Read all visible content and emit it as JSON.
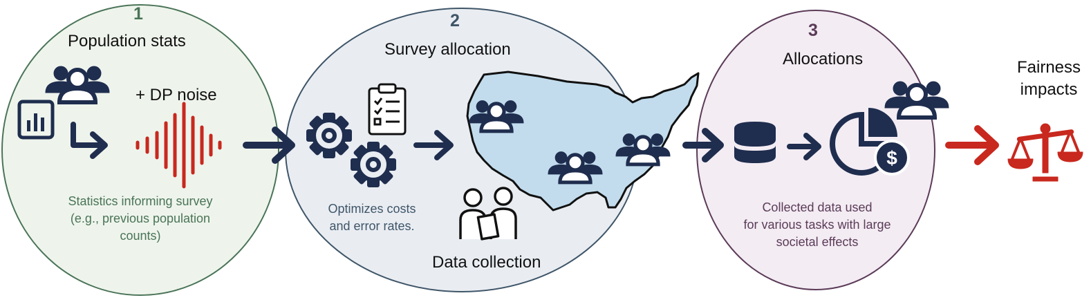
{
  "stages": [
    {
      "number": "1",
      "title": "Population stats",
      "noise_label": "+ DP noise",
      "caption_lines": [
        "Statistics informing survey",
        "(e.g., previous population",
        "counts)"
      ]
    },
    {
      "number": "2",
      "title": "Survey allocation",
      "caption_lines": [
        "Optimizes costs",
        "and error rates."
      ],
      "sub_label": "Data collection"
    },
    {
      "number": "3",
      "title": "Allocations",
      "caption_lines": [
        "Collected data used",
        "for various tasks with large",
        "societal effects"
      ]
    }
  ],
  "outcome": {
    "label_lines": [
      "Fairness",
      "impacts"
    ]
  },
  "colors": {
    "navy": "#1f2d4e",
    "red": "#c8281e",
    "stage1_fill": "#eef4ec",
    "stage1_stroke": "#4a7457",
    "stage1_text": "#4a7457",
    "stage2_fill": "#e9edf2",
    "stage2_stroke": "#3f5568",
    "stage2_text": "#3f5568",
    "stage3_fill": "#f3ecf3",
    "stage3_stroke": "#5b3b58",
    "stage3_text": "#5b3b58",
    "map_fill": "#c2dced"
  },
  "icons": [
    "bar-chart-icon",
    "people-group-icon",
    "noise-wave-icon",
    "gears-icon",
    "clipboard-checklist-icon",
    "us-map-icon",
    "two-people-icon",
    "database-icon",
    "pie-chart-dollar-icon",
    "scales-icon",
    "arrow-icon"
  ]
}
